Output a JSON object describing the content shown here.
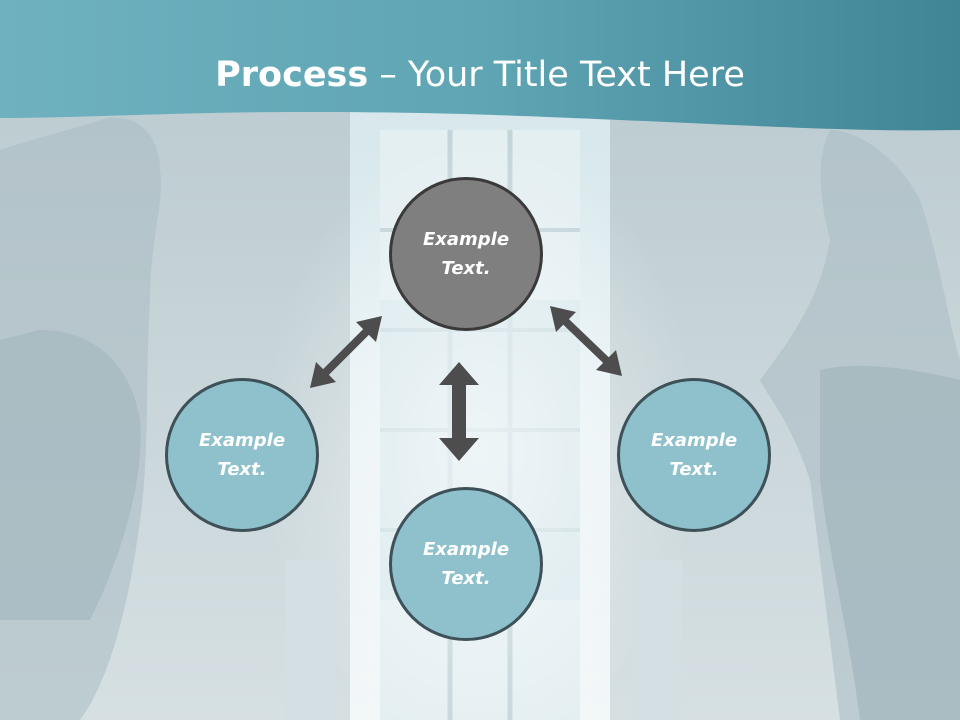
{
  "header": {
    "title_bold": "Process",
    "title_rest": " – Your Title Text Here"
  },
  "diagram": {
    "nodes": {
      "top": "Example Text.",
      "left": "Example Text.",
      "bottom": "Example Text.",
      "right": "Example Text."
    },
    "colors": {
      "banner": "#5fa5b4",
      "node_primary": "#7f7f7f",
      "node_secondary": "#8ec1cb",
      "arrow": "#4d4d4d"
    }
  }
}
